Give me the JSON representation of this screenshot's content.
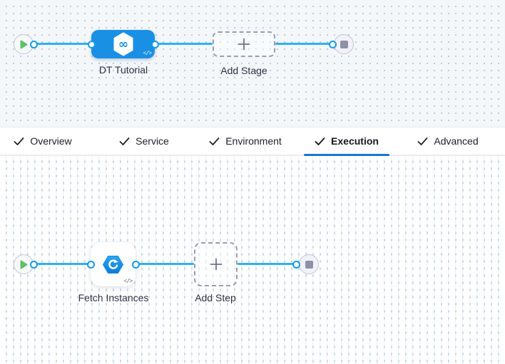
{
  "stage_canvas": {
    "stage_label": "DT Tutorial",
    "add_stage_label": "Add Stage"
  },
  "tabs": {
    "items": [
      {
        "label": "Overview",
        "checked": true,
        "active": false
      },
      {
        "label": "Service",
        "checked": true,
        "active": false
      },
      {
        "label": "Environment",
        "checked": true,
        "active": false
      },
      {
        "label": "Execution",
        "checked": true,
        "active": true
      },
      {
        "label": "Advanced",
        "checked": true,
        "active": false
      }
    ],
    "active_tab": "Execution"
  },
  "execution_canvas": {
    "step_label": "Fetch Instances",
    "add_step_label": "Add Step"
  },
  "icons": {
    "code_glyph": "</>",
    "infinity_glyph": "∞"
  },
  "colors": {
    "node_blue": "#1a90e4",
    "connector_blue": "#2fb1f0",
    "active_tab_underline": "#1976d2",
    "play_green": "#5fc06a",
    "end_square_gray": "#8d90a7",
    "canvas_top_bg": "#f3f7fa",
    "canvas_bottom_bg": "#ffffff"
  }
}
